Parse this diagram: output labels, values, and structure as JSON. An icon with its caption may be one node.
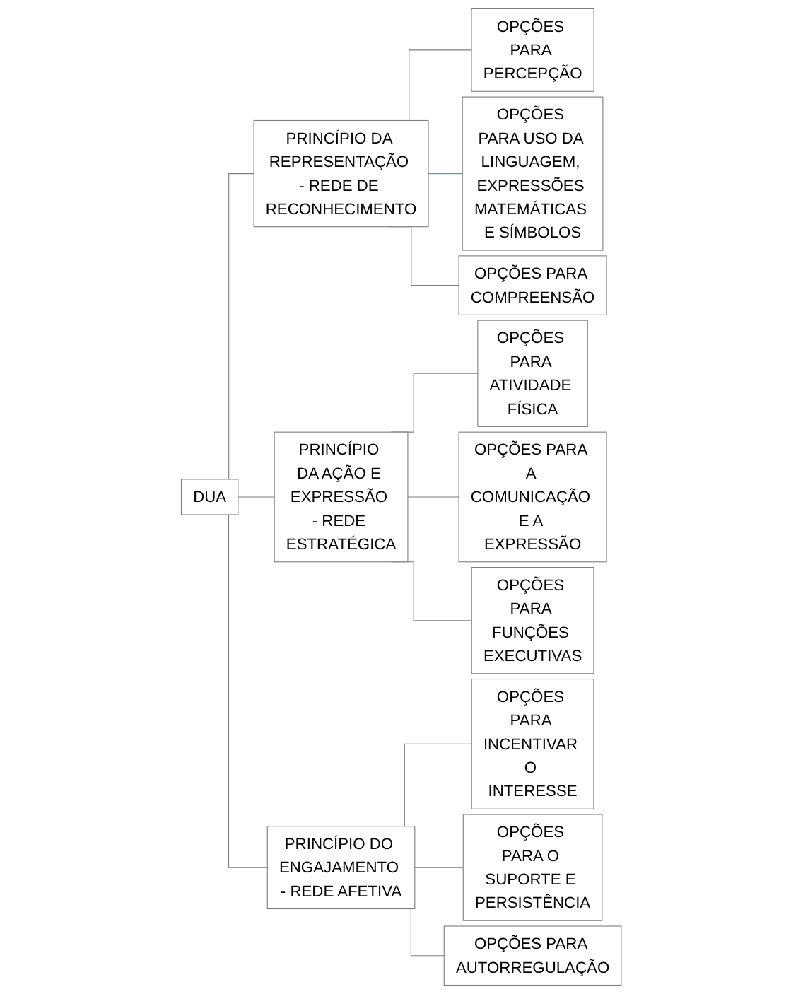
{
  "diagram": {
    "nodes": [
      {
        "text": [
          "DUA"
        ]
      },
      {
        "text": [
          "PRINCÍPIO DA REPRESENTAÇÃO - REDE DE RECONHECIMENTO"
        ]
      },
      {
        "text": [
          "OPÇÕES PARA PERCEPÇÃO"
        ]
      },
      {
        "text": [
          "OPÇÕES PARA USO DA LINGUAGEM, EXPRESSÕES MATEMÁTICAS E SÍMBOLOS"
        ]
      },
      {
        "text": [
          "OPÇÕES PARA COMPREENSÃO"
        ]
      },
      {
        "text": [
          "PRINCÍPIO DA AÇÃO E EXPRESSÃO - REDE ESTRATÉGICA"
        ]
      },
      {
        "text": [
          "OPÇÕES PARA ATIVIDADE FÍSICA"
        ]
      },
      {
        "text": [
          "OPÇÕES PARA A COMUNICAÇÃO E A EXPRESSÃO"
        ]
      },
      {
        "text": [
          "OPÇÕES PARA FUNÇÕES EXECUTIVAS"
        ]
      },
      {
        "text": [
          "PRINCÍPIO DO ENGAJAMENTO - REDE AFETIVA"
        ]
      },
      {
        "text": [
          "OPÇÕES PARA INCENTIVAR O INTERESSE"
        ]
      },
      {
        "text": [
          "OPÇÕES PARA O SUPORTE E PERSISTÊNCIA"
        ]
      },
      {
        "text": [
          "OPÇÕES PARA AUTORREGULAÇÃO"
        ]
      }
    ],
    "edges": [
      {
        "from": 0,
        "to": 1,
        "arrow": "none"
      },
      {
        "from": 0,
        "to": 5,
        "arrow": "none"
      },
      {
        "from": 0,
        "to": 9,
        "arrow": "none"
      },
      {
        "from": 1,
        "to": 2,
        "arrow": "none"
      },
      {
        "from": 1,
        "to": 3,
        "arrow": "none",
        "color": "#5b9bd5"
      },
      {
        "from": 1,
        "to": 4,
        "arrow": "none"
      },
      {
        "from": 5,
        "to": 6,
        "arrow": "none"
      },
      {
        "from": 5,
        "to": 7,
        "arrow": "none"
      },
      {
        "from": 5,
        "to": 8,
        "arrow": "none"
      },
      {
        "from": 9,
        "to": 10,
        "arrow": "none"
      },
      {
        "from": 9,
        "to": 11,
        "arrow": "none"
      },
      {
        "from": 9,
        "to": 12,
        "arrow": "none"
      }
    ]
  }
}
